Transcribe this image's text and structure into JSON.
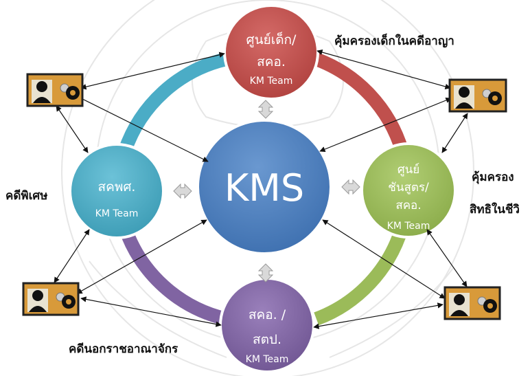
{
  "center": {
    "label": "KMS"
  },
  "nodes": {
    "top": {
      "line1": "ศูนย์เด็ก/",
      "line2": "สคอ.",
      "team": "KM Team"
    },
    "left": {
      "line1": "สคพศ.",
      "team": "KM Team"
    },
    "right": {
      "line1": "ศูนย์",
      "line2": "ชันสูตร/",
      "line3": "สคอ.",
      "team": "KM Team"
    },
    "bottom": {
      "line1": "สคอ. /",
      "line2": "สตป.",
      "team": "KM Team"
    }
  },
  "side_labels": {
    "top_right": "คุ้มครองเด็กในคดีอาญา",
    "right_line1": "คุ้มครอง",
    "right_line2": "สิทธิในชีวิ",
    "left": "คดีพิเศษ",
    "bottom_left": "คดีนอกราชอาณาจักร"
  },
  "colors": {
    "ring_teal": "#4bacc6",
    "ring_red": "#c0504d",
    "ring_green": "#9bbb59",
    "ring_purple": "#8064a2",
    "center": "#4f81bd",
    "top_node": "#c0504d",
    "left_node": "#4bacc6",
    "right_node": "#9bbb59",
    "bottom_node": "#8064a2"
  },
  "icons": [
    "person-gears-icon",
    "person-gears-icon",
    "person-gears-icon",
    "person-gears-icon"
  ]
}
